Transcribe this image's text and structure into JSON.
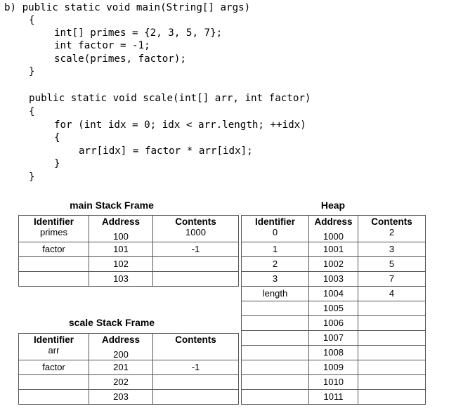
{
  "code": {
    "lines": [
      "b) public static void main(String[] args)",
      "{",
      "int[] primes = {2, 3, 5, 7};",
      "int factor = -1;",
      "scale(primes, factor);",
      "}",
      "public static void scale(int[] arr, int factor)",
      "{",
      "for (int idx = 0; idx < arr.length; ++idx)",
      "{",
      "arr[idx] = factor * arr[idx];",
      "}",
      "}"
    ]
  },
  "main_frame": {
    "title": "main Stack Frame",
    "headers": [
      "Identifier",
      "Address",
      "Contents"
    ],
    "rows": [
      [
        "primes",
        "100",
        "1000"
      ],
      [
        "factor",
        "101",
        "-1"
      ],
      [
        "",
        "102",
        ""
      ],
      [
        "",
        "103",
        ""
      ]
    ]
  },
  "scale_frame": {
    "title": "scale Stack Frame",
    "headers": [
      "Identifier",
      "Address",
      "Contents"
    ],
    "rows": [
      [
        "arr",
        "200",
        ""
      ],
      [
        "factor",
        "201",
        "-1"
      ],
      [
        "",
        "202",
        ""
      ],
      [
        "",
        "203",
        ""
      ]
    ]
  },
  "heap": {
    "title": "Heap",
    "headers": [
      "Identifier",
      "Address",
      "Contents"
    ],
    "rows": [
      [
        "0",
        "1000",
        "2"
      ],
      [
        "1",
        "1001",
        "3"
      ],
      [
        "2",
        "1002",
        "5"
      ],
      [
        "3",
        "1003",
        "7"
      ],
      [
        "length",
        "1004",
        "4"
      ],
      [
        "",
        "1005",
        ""
      ],
      [
        "",
        "1006",
        ""
      ],
      [
        "",
        "1007",
        ""
      ],
      [
        "",
        "1008",
        ""
      ],
      [
        "",
        "1009",
        ""
      ],
      [
        "",
        "1010",
        ""
      ],
      [
        "",
        "1011",
        ""
      ]
    ]
  }
}
